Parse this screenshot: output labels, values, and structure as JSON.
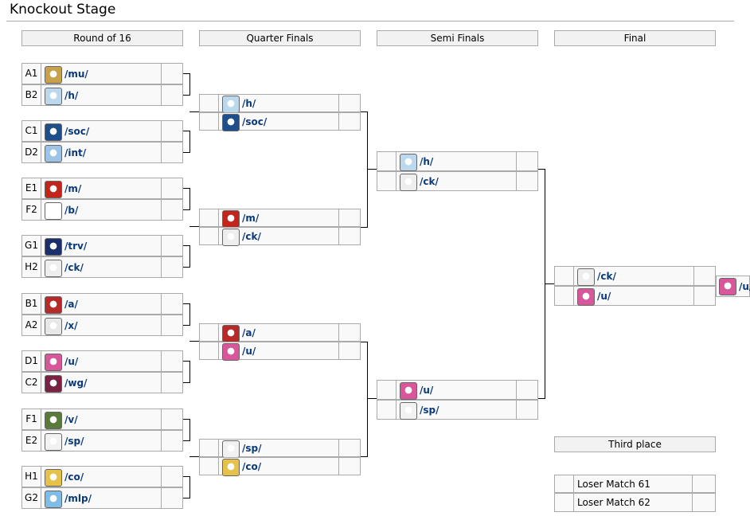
{
  "page": {
    "title": "Knockout Stage"
  },
  "columns": [
    "Round of 16",
    "Quarter Finals",
    "Semi Finals",
    "Final"
  ],
  "round_of_16": [
    {
      "seed": "A1",
      "team": "/mu/",
      "icon": "gold-coin-icon"
    },
    {
      "seed": "B2",
      "team": "/h/",
      "icon": "blue-bubble-icon"
    },
    {
      "seed": "C1",
      "team": "/soc/",
      "icon": "yellow-heart-icon"
    },
    {
      "seed": "D2",
      "team": "/int/",
      "icon": "blue-face-icon"
    },
    {
      "seed": "E1",
      "team": "/m/",
      "icon": "red-flame-icon"
    },
    {
      "seed": "F2",
      "team": "/b/",
      "icon": "clover-icon"
    },
    {
      "seed": "G1",
      "team": "/trv/",
      "icon": "ball-icon"
    },
    {
      "seed": "H2",
      "team": "/ck/",
      "icon": "chef-icon"
    },
    {
      "seed": "B1",
      "team": "/a/",
      "icon": "red-disc-icon"
    },
    {
      "seed": "A2",
      "team": "/x/",
      "icon": "pentagram-icon"
    },
    {
      "seed": "D1",
      "team": "/u/",
      "icon": "pink-star-icon"
    },
    {
      "seed": "C2",
      "team": "/wg/",
      "icon": "striped-crest-icon"
    },
    {
      "seed": "F1",
      "team": "/v/",
      "icon": "tv-crest-icon"
    },
    {
      "seed": "E2",
      "team": "/sp/",
      "icon": "sport-crest-icon"
    },
    {
      "seed": "H1",
      "team": "/co/",
      "icon": "comics-crest-icon"
    },
    {
      "seed": "G2",
      "team": "/mlp/",
      "icon": "pony-crest-icon"
    }
  ],
  "quarter_finals": [
    {
      "team": "/h/",
      "icon": "blue-bubble-icon"
    },
    {
      "team": "/soc/",
      "icon": "yellow-heart-icon"
    },
    {
      "team": "/m/",
      "icon": "red-flame-icon"
    },
    {
      "team": "/ck/",
      "icon": "chef-icon"
    },
    {
      "team": "/a/",
      "icon": "red-disc-icon"
    },
    {
      "team": "/u/",
      "icon": "pink-star-icon"
    },
    {
      "team": "/sp/",
      "icon": "sport-crest-icon"
    },
    {
      "team": "/co/",
      "icon": "comics-crest-icon"
    }
  ],
  "semi_finals": [
    {
      "team": "/h/",
      "icon": "blue-bubble-icon"
    },
    {
      "team": "/ck/",
      "icon": "chef-icon"
    },
    {
      "team": "/u/",
      "icon": "pink-star-icon"
    },
    {
      "team": "/sp/",
      "icon": "sport-crest-icon"
    }
  ],
  "final": [
    {
      "team": "/ck/",
      "icon": "chef-icon"
    },
    {
      "team": "/u/",
      "icon": "pink-star-icon"
    }
  ],
  "champion": {
    "team": "/u/",
    "icon": "pink-star-icon"
  },
  "third_place": {
    "title": "Third place",
    "rows": [
      "Loser Match 61",
      "Loser Match 62"
    ]
  },
  "crest_colors": {
    "gold-coin-icon": "#c8a24a",
    "blue-bubble-icon": "#bcd8ec",
    "yellow-heart-icon": "#1f4f8a",
    "blue-face-icon": "#9cc4e6",
    "red-flame-icon": "#c2261b",
    "clover-icon": "#ffffff",
    "ball-icon": "#1a2f6b",
    "chef-icon": "#eeeeee",
    "red-disc-icon": "#b62a2a",
    "pentagram-icon": "#e8e8e8",
    "pink-star-icon": "#d8579a",
    "striped-crest-icon": "#7a2244",
    "tv-crest-icon": "#5a7a3a",
    "sport-crest-icon": "#f2f2f2",
    "comics-crest-icon": "#e6c24a",
    "pony-crest-icon": "#7fbde6"
  }
}
